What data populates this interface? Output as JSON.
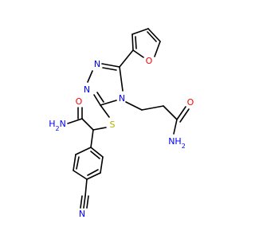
{
  "colors": {
    "bond": "#000000",
    "nitrogen": "#0000ff",
    "oxygen": "#ff0000",
    "sulfur": "#b2b200",
    "background": "#ffffff"
  },
  "atoms": {
    "o_furan": "O",
    "n_triazole_1": "N",
    "n_triazole_2": "N",
    "n_triazole_4": "N",
    "s_thioether": "S",
    "o_amide_left": "O",
    "nh2_amide_left": "H2N",
    "o_amide_right": "O",
    "nh2_amide_right": "NH2",
    "n_nitrile": "N"
  }
}
